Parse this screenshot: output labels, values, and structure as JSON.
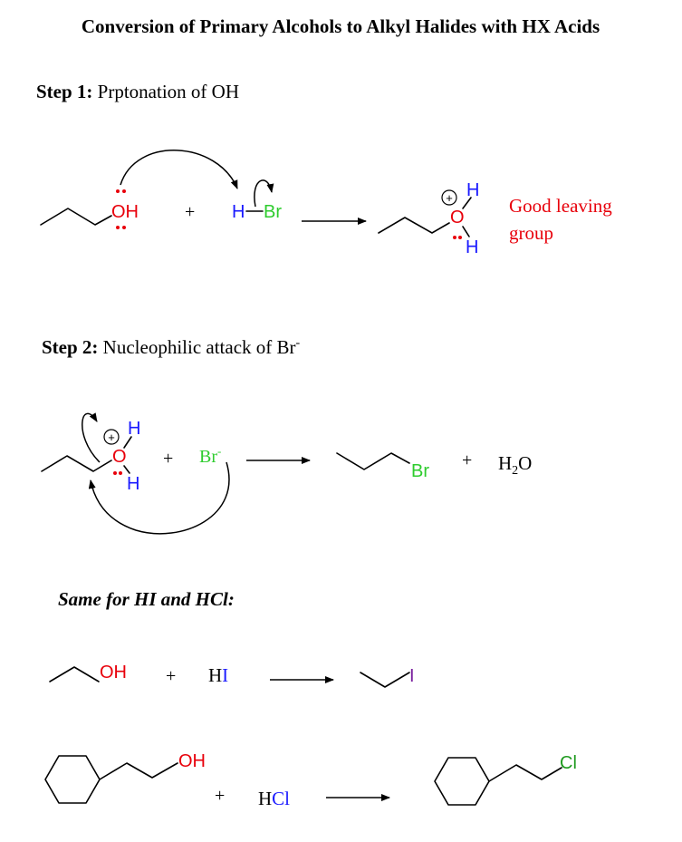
{
  "title": "Conversion of Primary Alcohols to Alkyl Halides with HX Acids",
  "step1": {
    "label_bold": "Step 1:",
    "label_text": " Prptonation of OH",
    "reactant_oh": "OH",
    "plus": "+",
    "h": "H",
    "br": "Br",
    "product_h_top": "H",
    "product_o": "O",
    "product_h_bottom": "H",
    "plus_charge": "+",
    "note_line1": "Good leaving",
    "note_line2": "group"
  },
  "step2": {
    "label_bold": "Step 2:",
    "label_text": " Nucleophilic attack of Br",
    "label_sup": "-",
    "h_top": "H",
    "o": "O",
    "h_bottom": "H",
    "plus_charge": "+",
    "plus": "+",
    "bromide": "Br",
    "bromide_sup": "-",
    "product_br": "Br",
    "plus2": "+",
    "water_h": "H",
    "water_sub": "2",
    "water_o": "O"
  },
  "same": {
    "heading": "Same for HI and HCl:"
  },
  "hi_reaction": {
    "oh": "OH",
    "plus": "+",
    "reagent_h": "H",
    "reagent_x": "I",
    "product_x": "I"
  },
  "hcl_reaction": {
    "oh": "OH",
    "plus": "+",
    "reagent_h": "H",
    "reagent_x": "Cl",
    "product_x": "Cl"
  },
  "colors": {
    "oxygen": "#e8000b",
    "hydrogen": "#1a1aff",
    "bromine": "#2ecc2e",
    "chlorine": "#1f9a1f",
    "iodine": "#7a1f9e",
    "text": "#000000",
    "note": "#e8000b"
  }
}
